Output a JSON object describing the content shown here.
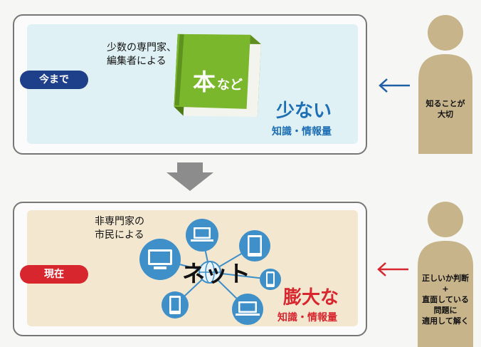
{
  "colors": {
    "past_accent": "#1e3f8a",
    "now_accent": "#d8262e",
    "past_bg": "#dff1f4",
    "now_bg": "#f3e7d0",
    "person": "#c7b48a",
    "book_green": "#7ab72d",
    "node_blue": "#3f8fc8"
  },
  "past": {
    "era_label": "今まで",
    "caption": "少数の専門家、\n編集者による",
    "medium_big": "本",
    "medium_small": "など",
    "amount": "少ない",
    "amount_sub": "知識・情報量",
    "person_text": "知ることが\n大切"
  },
  "now": {
    "era_label": "現在",
    "caption": "非専門家の\n市民による",
    "medium": "ネット",
    "amount": "膨大な",
    "amount_sub": "知識・情報量",
    "person_text": "正しいか判断\n+\n直面している\n問題に\n適用して解く"
  },
  "icons": {
    "down_arrow": "down-arrow-icon",
    "left_arrow": "left-arrow-icon",
    "device": "device-icon",
    "globe": "globe-icon",
    "book": "book-icon"
  }
}
